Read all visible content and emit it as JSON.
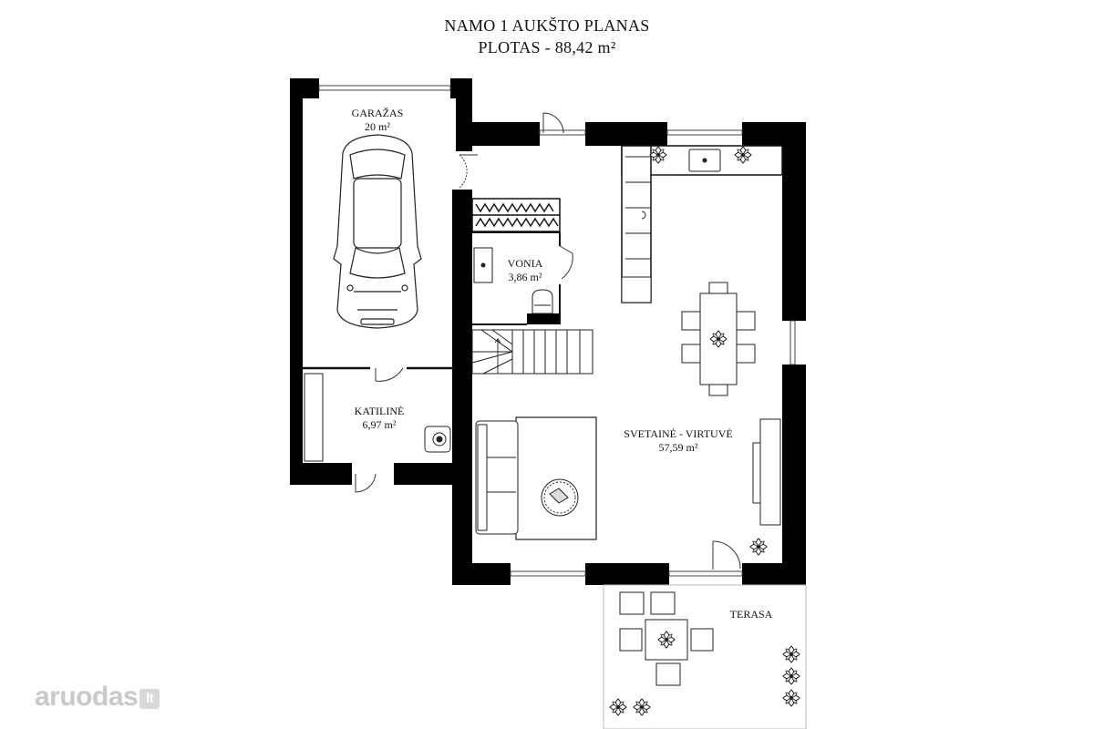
{
  "title": {
    "line1": "NAMO 1 AUKŠTO PLANAS",
    "line2": "PLOTAS - 88,42 m²"
  },
  "rooms": [
    {
      "id": "garazas",
      "name": "GARAŽAS",
      "area": "20 m²"
    },
    {
      "id": "vonia",
      "name": "VONIA",
      "area": "3,86 m²"
    },
    {
      "id": "katiline",
      "name": "KATILINĖ",
      "area": "6,97 m²"
    },
    {
      "id": "svetaine",
      "name": "SVETAINĖ - VIRTUVĖ",
      "area": "57,59 m²"
    },
    {
      "id": "terasa",
      "name": "TERASA",
      "area": ""
    }
  ],
  "watermark": {
    "brand": "aruodas",
    "suffix": "lt"
  },
  "colors": {
    "wall": "#000000",
    "line": "#333333",
    "background": "#ffffff",
    "watermark": "#c9c9c9"
  }
}
